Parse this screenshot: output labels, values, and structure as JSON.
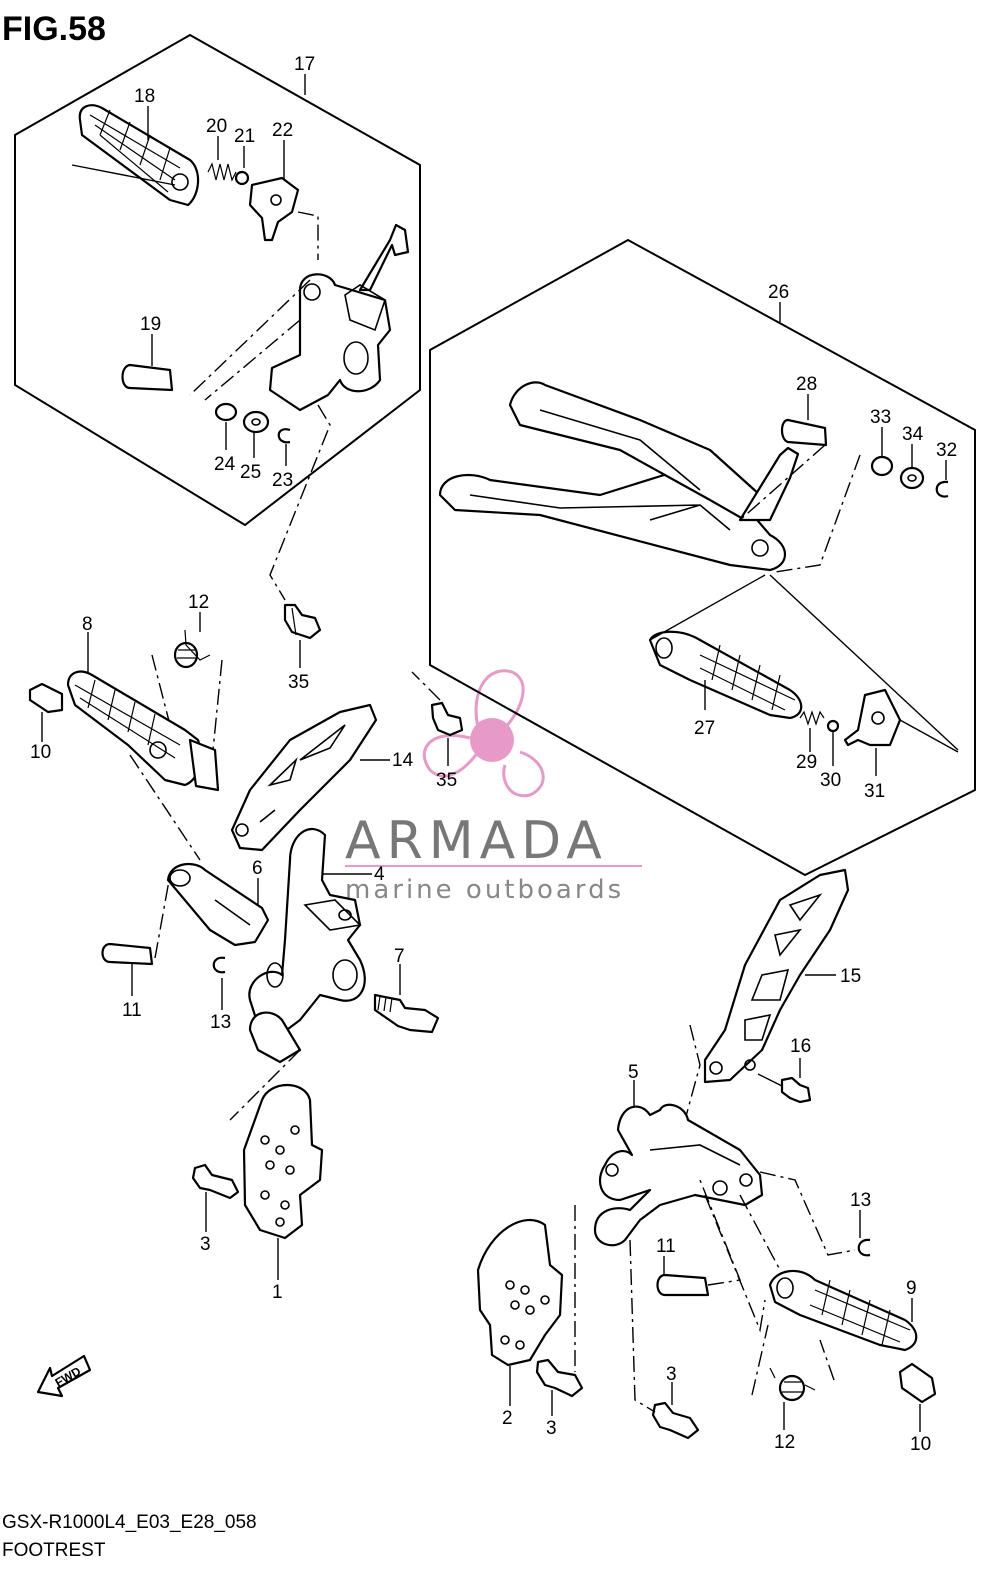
{
  "figure": {
    "title": "FIG.58"
  },
  "footer": {
    "code": "GSX-R1000L4_E03_E28_058",
    "name": "FOOTREST"
  },
  "watermark": {
    "brand": "ARMADA",
    "tagline": "marine outboards",
    "logo_color": "#e79ac8"
  },
  "fwd_label": "FWD",
  "callouts": [
    {
      "id": "17",
      "label": "17"
    },
    {
      "id": "18",
      "label": "18"
    },
    {
      "id": "20",
      "label": "20"
    },
    {
      "id": "21",
      "label": "21"
    },
    {
      "id": "22",
      "label": "22"
    },
    {
      "id": "19",
      "label": "19"
    },
    {
      "id": "24",
      "label": "24"
    },
    {
      "id": "25",
      "label": "25"
    },
    {
      "id": "23",
      "label": "23"
    },
    {
      "id": "26",
      "label": "26"
    },
    {
      "id": "28",
      "label": "28"
    },
    {
      "id": "33",
      "label": "33"
    },
    {
      "id": "34",
      "label": "34"
    },
    {
      "id": "32",
      "label": "32"
    },
    {
      "id": "27",
      "label": "27"
    },
    {
      "id": "29",
      "label": "29"
    },
    {
      "id": "30",
      "label": "30"
    },
    {
      "id": "31",
      "label": "31"
    },
    {
      "id": "35a",
      "label": "35"
    },
    {
      "id": "35b",
      "label": "35"
    },
    {
      "id": "12a",
      "label": "12"
    },
    {
      "id": "8",
      "label": "8"
    },
    {
      "id": "10a",
      "label": "10"
    },
    {
      "id": "14",
      "label": "14"
    },
    {
      "id": "6",
      "label": "6"
    },
    {
      "id": "4",
      "label": "4"
    },
    {
      "id": "11a",
      "label": "11"
    },
    {
      "id": "13a",
      "label": "13"
    },
    {
      "id": "7",
      "label": "7"
    },
    {
      "id": "15",
      "label": "15"
    },
    {
      "id": "16",
      "label": "16"
    },
    {
      "id": "5",
      "label": "5"
    },
    {
      "id": "3a",
      "label": "3"
    },
    {
      "id": "1",
      "label": "1"
    },
    {
      "id": "13b",
      "label": "13"
    },
    {
      "id": "11b",
      "label": "11"
    },
    {
      "id": "9",
      "label": "9"
    },
    {
      "id": "2",
      "label": "2"
    },
    {
      "id": "3b",
      "label": "3"
    },
    {
      "id": "3c",
      "label": "3"
    },
    {
      "id": "12b",
      "label": "12"
    },
    {
      "id": "10b",
      "label": "10"
    }
  ]
}
